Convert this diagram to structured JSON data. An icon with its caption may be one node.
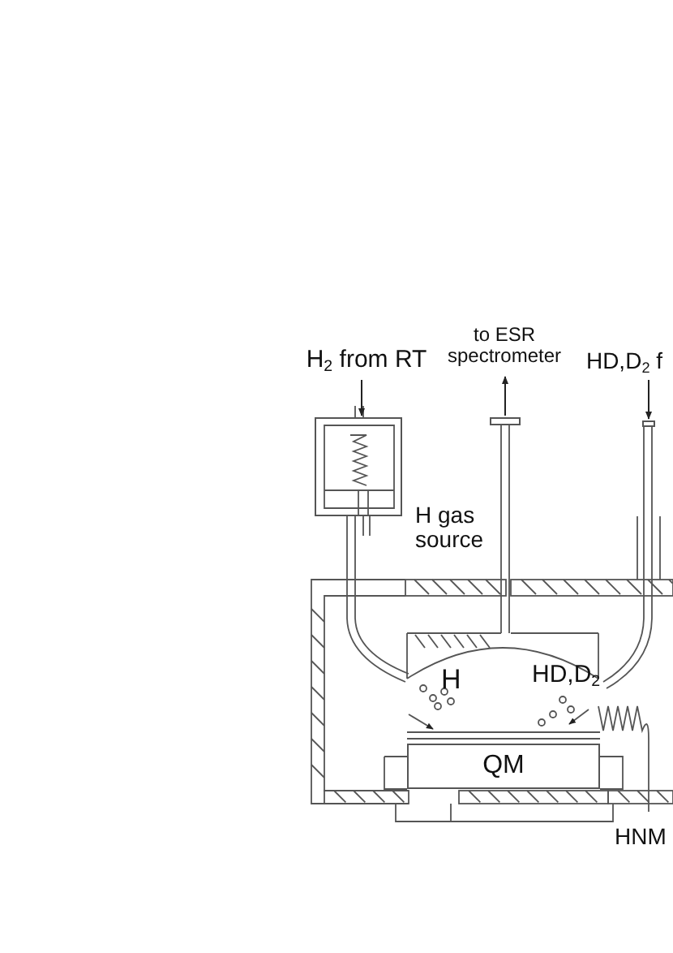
{
  "diagram": {
    "nodes": [
      {
        "text": [
          "H$_{2}$ from RT"
        ]
      },
      {
        "text": [],
        "shape": "box",
        "beside": [
          "H gas source"
        ]
      },
      {
        "text": [
          "to ESR spectrometer"
        ]
      },
      {
        "text": [],
        "shape": "bar"
      },
      {
        "text": [
          "HD,D$_{2}$ f"
        ]
      },
      {
        "text": [],
        "shape": "bar"
      },
      {
        "text": [
          "QM"
        ]
      }
    ],
    "edges": [
      {
        "from": 0,
        "to": 1,
        "arrow": "to"
      },
      {
        "from": 3,
        "to": 2,
        "arrow": "to"
      },
      {
        "from": 4,
        "to": 5,
        "arrow": "to"
      }
    ],
    "labels": [
      "H",
      "HD,D$_{2}$",
      "HNM"
    ]
  }
}
